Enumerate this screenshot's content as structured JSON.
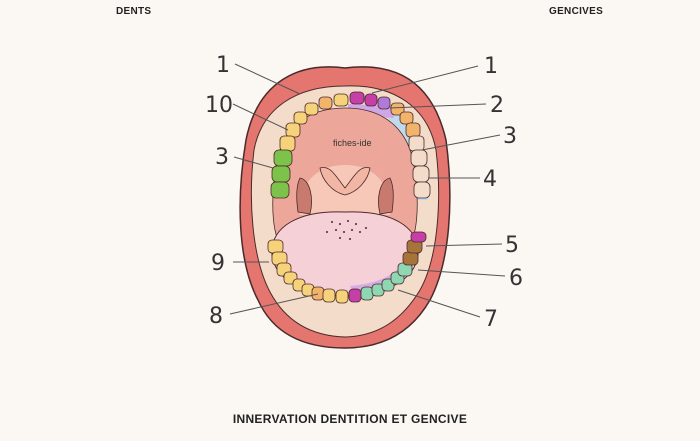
{
  "header": {
    "left": "DENTS",
    "right": "GENCIVES"
  },
  "footer": {
    "title": "INNERVATION DENTITION ET GENCIVE"
  },
  "watermark": "fiches-ide",
  "labels": {
    "l1": "1",
    "l10": "10",
    "l3": "3",
    "l9": "9",
    "l8": "8",
    "r1": "1",
    "r2": "2",
    "r3": "3",
    "r4": "4",
    "r5": "5",
    "r6": "6",
    "r7": "7"
  },
  "colors": {
    "lips": "#e4756f",
    "lips_outline": "#4a2a2a",
    "gum": "#f3dcc9",
    "palate": "#eda79a",
    "throat": "#f7c7b8",
    "uvula": "#f2b6a5",
    "tongue": "#f6d0d7",
    "tooth_yellow": "#f6d27a",
    "tooth_orange": "#f2b36a",
    "tooth_green": "#7dc24a",
    "tooth_magenta": "#c53fa7",
    "tooth_purple": "#b07ad6",
    "tooth_brown": "#a6743a",
    "tooth_mint": "#8fd6b3",
    "gum_blue": "#b9d9ef",
    "gum_purple": "#cfa6e6"
  }
}
